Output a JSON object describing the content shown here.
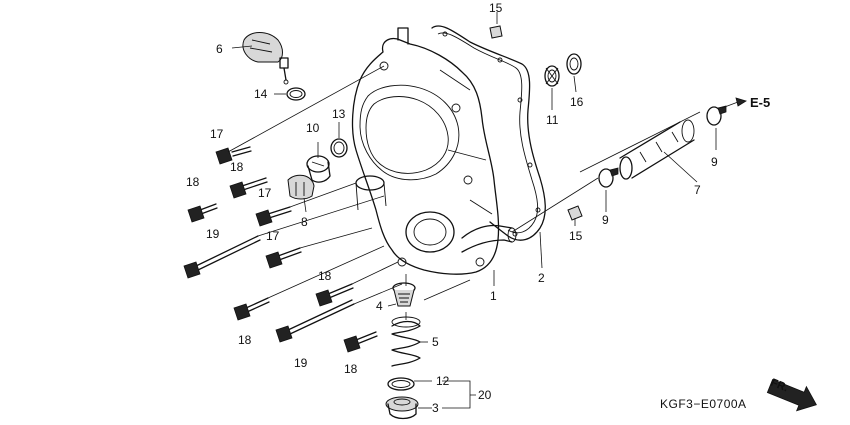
{
  "diagram": {
    "code": "KGF3−E0700A",
    "reference": "E-5",
    "front_indicator": "FR.",
    "callouts": [
      {
        "id": "c1",
        "text": "1"
      },
      {
        "id": "c2",
        "text": "2"
      },
      {
        "id": "c3",
        "text": "3"
      },
      {
        "id": "c4",
        "text": "4"
      },
      {
        "id": "c5",
        "text": "5"
      },
      {
        "id": "c6",
        "text": "6"
      },
      {
        "id": "c7",
        "text": "7"
      },
      {
        "id": "c8",
        "text": "8"
      },
      {
        "id": "c9a",
        "text": "9"
      },
      {
        "id": "c9b",
        "text": "9"
      },
      {
        "id": "c10",
        "text": "10"
      },
      {
        "id": "c11",
        "text": "11"
      },
      {
        "id": "c12",
        "text": "12"
      },
      {
        "id": "c13",
        "text": "13"
      },
      {
        "id": "c14",
        "text": "14"
      },
      {
        "id": "c15a",
        "text": "15"
      },
      {
        "id": "c15b",
        "text": "15"
      },
      {
        "id": "c16",
        "text": "16"
      },
      {
        "id": "c17a",
        "text": "17"
      },
      {
        "id": "c17b",
        "text": "17"
      },
      {
        "id": "c17c",
        "text": "17"
      },
      {
        "id": "c18a",
        "text": "18"
      },
      {
        "id": "c18b",
        "text": "18"
      },
      {
        "id": "c18c",
        "text": "18"
      },
      {
        "id": "c18d",
        "text": "18"
      },
      {
        "id": "c19a",
        "text": "19"
      },
      {
        "id": "c19b",
        "text": "19"
      },
      {
        "id": "c20",
        "text": "20"
      }
    ]
  }
}
